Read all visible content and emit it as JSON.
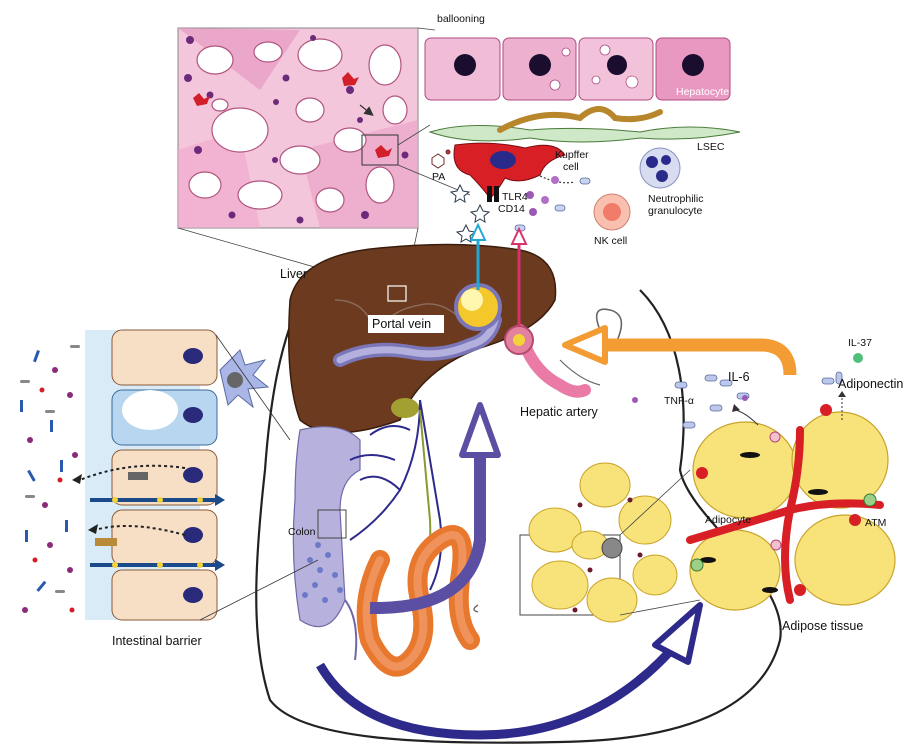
{
  "labels": {
    "ballooning": "ballooning",
    "hepatocyte": "Hepatocyte",
    "lsec": "LSEC",
    "kupffer": [
      "Kupffer",
      "cell"
    ],
    "pa": "PA",
    "tlr4": "TLR4",
    "cd14": "CD14",
    "neutrophilic": [
      "Neutrophilic",
      "granulocyte"
    ],
    "nk_cell": "NK cell",
    "liver": "Liver",
    "portal_vein": "Portal vein",
    "hepatic_artery": "Hepatic artery",
    "il37": "IL-37",
    "adiponectin": "Adiponectin",
    "il6": "IL-6",
    "tnf": "TNF-α",
    "adipocyte": "Adipocyte",
    "atm": "ATM",
    "colon": "Colon",
    "intestinal_barrier": "Intestinal barrier",
    "adipose_tissue": "Adipose tissue"
  },
  "colors": {
    "liver": "#6b3a1f",
    "portal_vein": "#5b4fa3",
    "hepatic_artery": "#d6336c",
    "adipose_arrow": "#f39c33",
    "systemic_arrow": "#2e2a8c",
    "colon": "#b7b2dd",
    "adipocyte": "#f7e37a",
    "tissue_pink": "#f2b8d2",
    "lps_arrow": "#22a8d6"
  }
}
